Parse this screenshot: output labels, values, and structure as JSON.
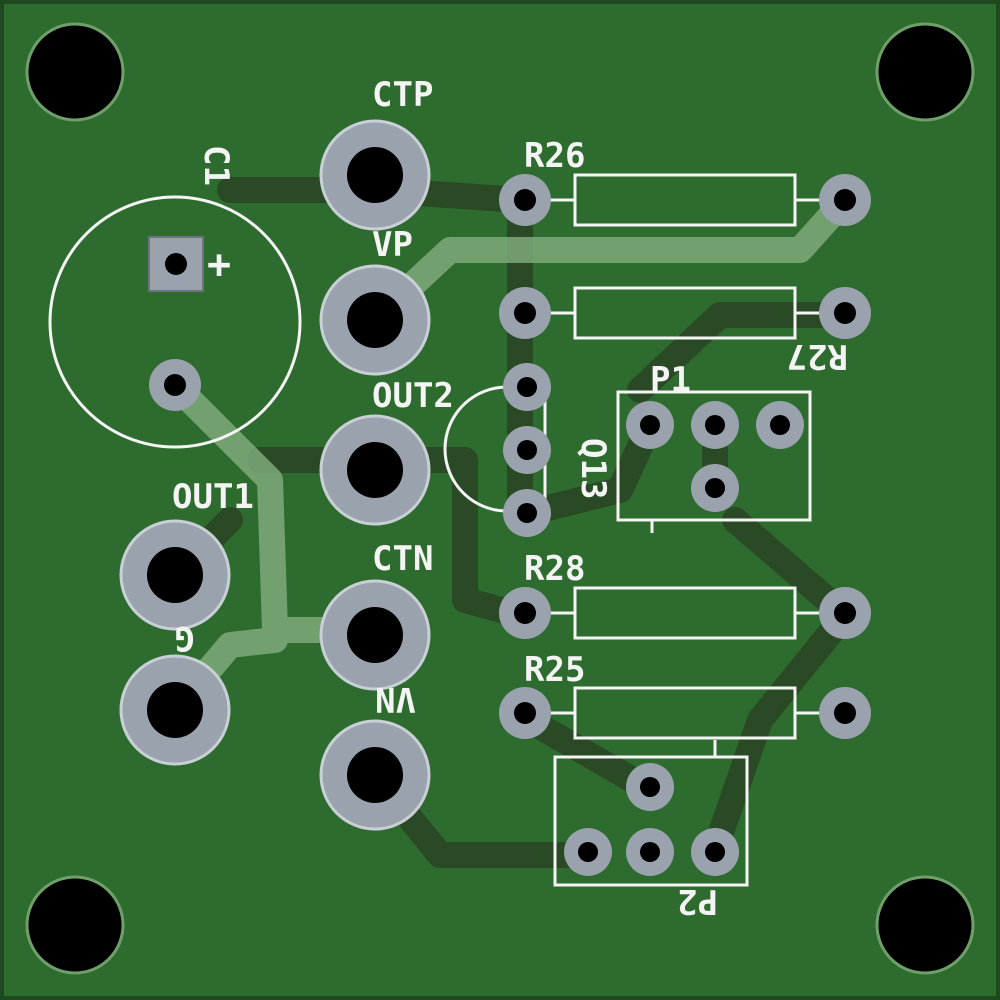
{
  "board": {
    "colors": {
      "substrate": "#2e6b2e",
      "edge": "#1f4a1f",
      "pad": "#9aa3ad",
      "pad_edge": "#c8d0d6",
      "hole": "#000000",
      "silkscreen": "#f4f4f4",
      "trace_top": "#7fa97a",
      "trace_bottom": "#2a4a25"
    },
    "labels": {
      "c1": "C1",
      "ctp": "CTP",
      "vp": "VP",
      "out2": "OUT2",
      "out1": "OUT1",
      "ctn": "CTN",
      "g": "G",
      "vn": "VN",
      "r26": "R26",
      "r27": "R27",
      "q13": "Q13",
      "p1": "P1",
      "r28": "R28",
      "r25": "R25",
      "p2": "P2",
      "plus": "+"
    }
  }
}
